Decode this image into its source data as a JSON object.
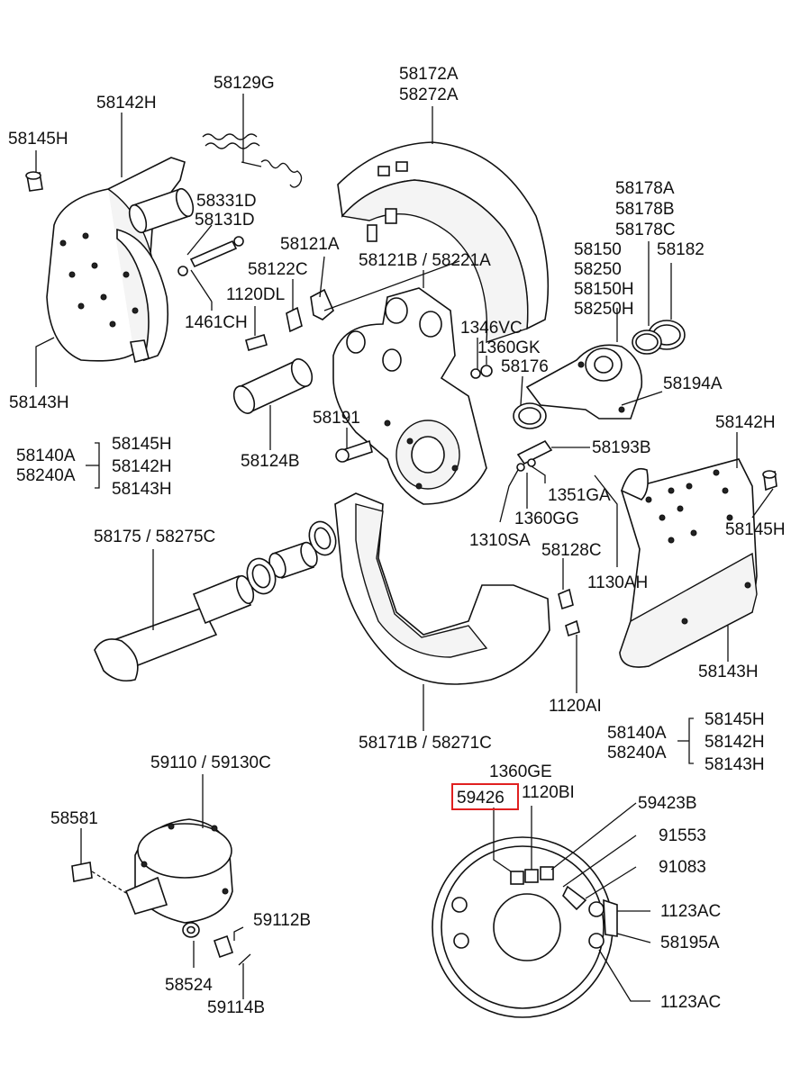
{
  "labels": {
    "l_58129G": "58129G",
    "l_58172A": "58172A",
    "l_58272A": "58272A",
    "l_58142H_top": "58142H",
    "l_58145H_top": "58145H",
    "l_58331D": "58331D",
    "l_58131D": "58131D",
    "l_58121A": "58121A",
    "l_58122C": "58122C",
    "l_58121B": "58121B / 58221A",
    "l_1120DL": "1120DL",
    "l_1461CH": "1461CH",
    "l_58178A": "58178A",
    "l_58178B": "58178B",
    "l_58178C": "58178C",
    "l_58150": "58150",
    "l_58250": "58250",
    "l_58150H": "58150H",
    "l_58250H": "58250H",
    "l_58182": "58182",
    "l_1346VC": "1346VC",
    "l_1360GK": "1360GK",
    "l_58176": "58176",
    "l_58194A": "58194A",
    "l_58143H_left": "58143H",
    "l_58191": "58191",
    "l_58124B": "58124B",
    "l_58142H_right": "58142H",
    "l_58193B": "58193B",
    "l_1351GA": "1351GA",
    "l_1360GG": "1360GG",
    "l_1310SA": "1310SA",
    "l_58145H_right": "58145H",
    "l_58175": "58175 / 58275C",
    "l_58128C": "58128C",
    "l_1130AH": "1130AH",
    "l_58143H_right": "58143H",
    "l_1120AI": "1120AI",
    "l_58171B": "58171B / 58271C",
    "l_59110": "59110 / 59130C",
    "l_58581": "58581",
    "l_59112B": "59112B",
    "l_58524": "58524",
    "l_59114B": "59114B",
    "l_1360GE": "1360GE",
    "l_59426": "59426",
    "l_1120BI": "1120BI",
    "l_59423B": "59423B",
    "l_91553": "91553",
    "l_91083": "91083",
    "l_1123AC_1": "1123AC",
    "l_58195A": "58195A",
    "l_1123AC_2": "1123AC"
  },
  "groups": {
    "left_kit": {
      "codes": [
        "58140A",
        "58240A"
      ],
      "items": [
        "58145H",
        "58142H",
        "58143H"
      ]
    },
    "right_kit": {
      "codes": [
        "58140A",
        "58240A"
      ],
      "items": [
        "58145H",
        "58142H",
        "58143H"
      ]
    }
  },
  "colors": {
    "ink": "#111111",
    "highlight": "#e02020",
    "paper": "#ffffff"
  },
  "highlighted_part": "59426"
}
